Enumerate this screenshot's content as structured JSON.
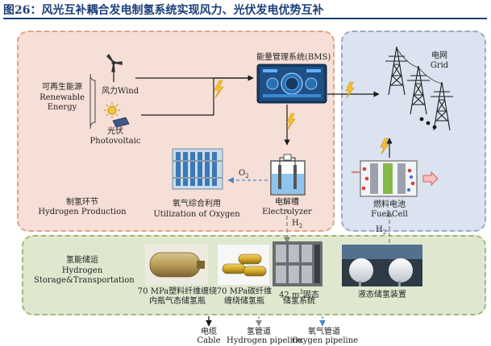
{
  "figure": {
    "title": "图26：风光互补耦合发电制氢系统实现风力、光伏发电优势互补"
  },
  "renewable": {
    "label_cn": "可再生能源",
    "label_en_1": "Renewable",
    "label_en_2": "Energy",
    "wind": "风力Wind",
    "pv_cn": "光伏",
    "pv_en": "Photovoltaic"
  },
  "bms": {
    "label": "能量管理系统(BMS)"
  },
  "grid": {
    "label_cn": "电网",
    "label_en": "Grid"
  },
  "production": {
    "label_cn": "制氢环节",
    "label_en": "Hydrogen Production"
  },
  "oxygen": {
    "o2": "O",
    "o2_sub": "2",
    "label_cn": "氧气综合利用",
    "label_en": "Utilization of Oxygen"
  },
  "electrolyzer": {
    "label_cn": "电解槽",
    "label_en": "Electrolyzer",
    "h2": "H",
    "h2_sub": "2"
  },
  "fuel_cell": {
    "label_cn": "燃料电池",
    "label_en": "Fuel Cell",
    "h2": "H",
    "h2_sub": "2"
  },
  "storage": {
    "label_cn": "氢能储运",
    "label_en_1": "Hydrogen",
    "label_en_2": "Storage&Transportation",
    "items": [
      {
        "line1": "70 MPa塑料纤维缠绕",
        "line2": "内瓶气态储氢瓶"
      },
      {
        "line1": "70 MPa碳纤维",
        "line2": "缠绕储氢瓶"
      },
      {
        "line1": "42 m",
        "sup": "3",
        "line1b": "固态",
        "line2": "储氢系统"
      },
      {
        "line1": "液态储氢装置"
      }
    ]
  },
  "legend": [
    {
      "label_cn": "电缆",
      "label_en": "Cable",
      "color": "#1a1a1a"
    },
    {
      "label_cn": "氢管道",
      "label_en": "Hydrogen pipeline",
      "color": "#7a7a7a"
    },
    {
      "label_cn": "氧气管道",
      "label_en": "Oxygen pipeline",
      "color": "#4a86c8"
    }
  ],
  "colors": {
    "title": "#1c3f7a",
    "production_bg": "#f6dfd6",
    "grid_bg": "#dbe3f0",
    "storage_bg": "#dfe8cf",
    "lightning": "#f2c12e"
  }
}
